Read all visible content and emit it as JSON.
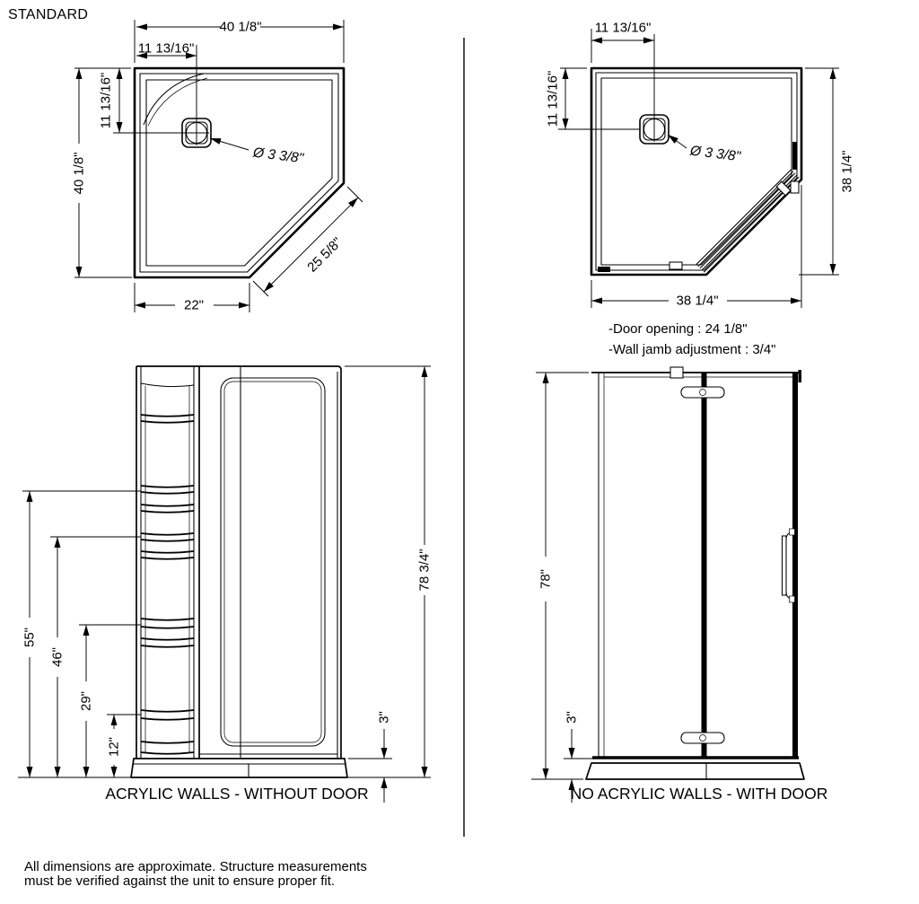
{
  "title": "STANDARD",
  "plan_left": {
    "dim_top_width": "40 1/8\"",
    "dim_drain_x": "11 13/16\"",
    "dim_drain_y": "11 13/16\"",
    "dim_left_height": "40 1/8\"",
    "dim_bottom_width": "22\"",
    "dim_diagonal": "25 5/8\"",
    "drain_label": "Ø 3 3/8\""
  },
  "plan_right": {
    "dim_drain_x": "11 13/16\"",
    "dim_drain_y": "11 13/16\"",
    "dim_right_height": "38 1/4\"",
    "dim_bottom_width": "38 1/4\"",
    "drain_label": "Ø 3 3/8\"",
    "note_door_opening": "-Door opening : 24 1/8\"",
    "note_wall_jamb": "-Wall jamb adjustment : 3/4\""
  },
  "elevation_left": {
    "caption": "ACRYLIC WALLS - WITHOUT DOOR",
    "dim_shelf_55": "55\"",
    "dim_shelf_46": "46\"",
    "dim_shelf_29": "29\"",
    "dim_shelf_12": "12\"",
    "dim_base": "3\"",
    "dim_total": "78 3/4\""
  },
  "elevation_right": {
    "caption": "NO ACRYLIC WALLS - WITH DOOR",
    "dim_total": "78\"",
    "dim_base": "3\""
  },
  "footnote": {
    "line1": "All dimensions are approximate. Structure measurements",
    "line2": "must be verified against the unit to ensure proper fit."
  }
}
